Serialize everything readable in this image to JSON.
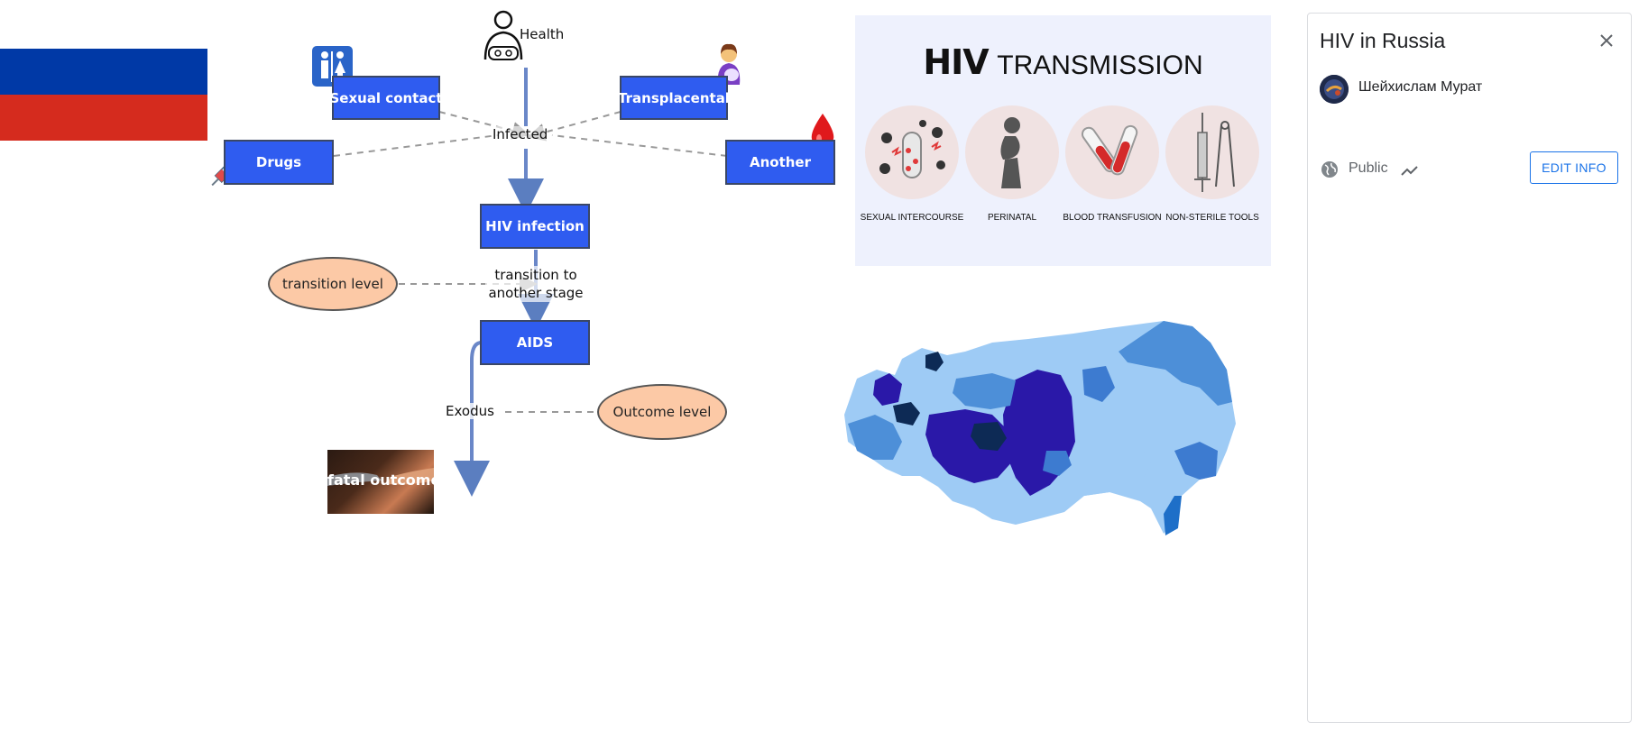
{
  "panel": {
    "title": "HIV in Russia",
    "author": "Шейхислам Мурат",
    "visibility": "Public",
    "edit_label": "EDIT INFO"
  },
  "diagram": {
    "health": "Health",
    "infected": "Infected",
    "sexual_contact": "Sexual contact",
    "transplacental": "Transplacental",
    "drugs": "Drugs",
    "another": "Another",
    "hiv_infection": "HIV infection",
    "transition_level": "transition level",
    "transition_edge": "transition to another stage",
    "aids": "AIDS",
    "exodus": "Exodus",
    "outcome_level": "Outcome level",
    "fatal_outcome": "fatal outcome"
  },
  "transmission": {
    "title_bold": "HIV",
    "title_rest": "TRANSMISSION",
    "captions": [
      "SEXUAL INTERCOURSE",
      "PERINATAL",
      "BLOOD TRANSFUSION",
      "NON-STERILE TOOLS"
    ]
  },
  "colors": {
    "node_blue": "#2f5cf0",
    "ellipse_fill": "#fcc9a6",
    "flag_white": "#ffffff",
    "flag_blue": "#0039a6",
    "flag_red": "#d52b1e",
    "accent": "#1a73e8"
  }
}
